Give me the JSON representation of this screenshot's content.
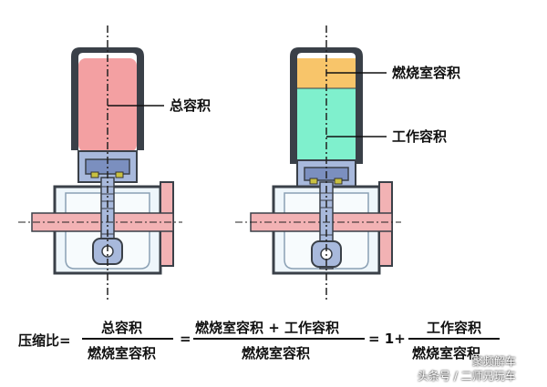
{
  "labels": {
    "total_volume": "总容积",
    "combustion_chamber_volume": "燃烧室容积",
    "working_volume": "工作容积"
  },
  "formula": {
    "lhs": "压缩比=",
    "frac1_num": "总容积",
    "frac1_den": "燃烧室容积",
    "eq2": "=",
    "frac2_num": "燃烧室容积 + 工作容积",
    "frac2_den": "燃烧室容积",
    "eq3": "= 1+",
    "frac3_num": "工作容积",
    "frac3_den": "燃烧室容积"
  },
  "watermark": {
    "line1": "聚频解车",
    "line2": "头条号 / 二师兄玩车"
  },
  "colors": {
    "total_volume_fill": "#f3a0a2",
    "combustion_fill": "#f8c56a",
    "working_fill": "#7ff0cd",
    "cylinder_wall": "#3a4048",
    "blue_part": "#a8b9dc",
    "pink_part": "#f2b2b4",
    "crank_case": "#eef6fb"
  }
}
